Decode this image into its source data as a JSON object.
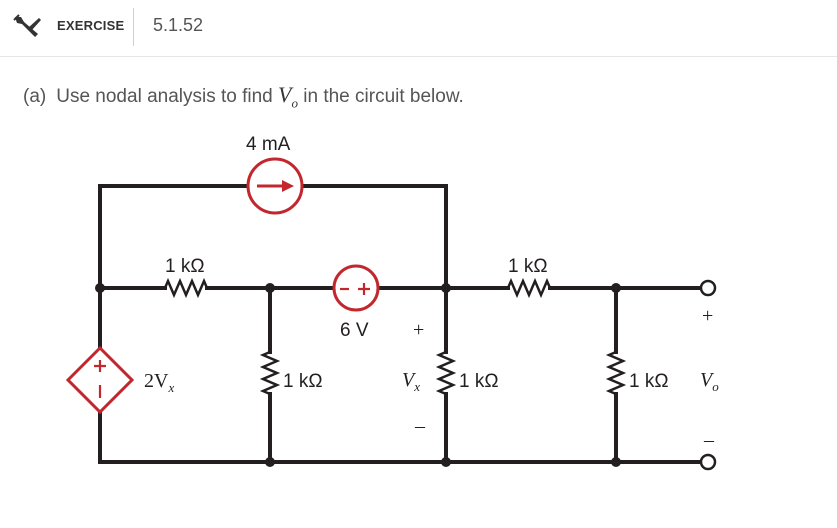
{
  "header": {
    "exercise_label": "EXERCISE",
    "exercise_number": "5.1.52",
    "icon": "tools-icon"
  },
  "question": {
    "part": "(a)",
    "text_before": "Use nodal analysis to find",
    "var_main": "V",
    "var_sub": "o",
    "text_after": "in the circuit below."
  },
  "circuit": {
    "current_source_label": "4 mA",
    "voltage_source_label": "6 V",
    "res_top_left": "1 kΩ",
    "res_top_right": "1 kΩ",
    "res_mid_left": "1 kΩ",
    "res_mid_right": "1 kΩ",
    "res_right": "1 kΩ",
    "dep_source_label": "2V",
    "dep_source_sub": "x",
    "vx_main": "V",
    "vx_sub": "x",
    "vx_plus": "+",
    "vx_minus": "–",
    "vo_main": "V",
    "vo_sub": "o",
    "vo_plus": "+",
    "vo_minus": "–",
    "colors": {
      "wire": "#231f20",
      "accent": "#c1272d"
    }
  }
}
